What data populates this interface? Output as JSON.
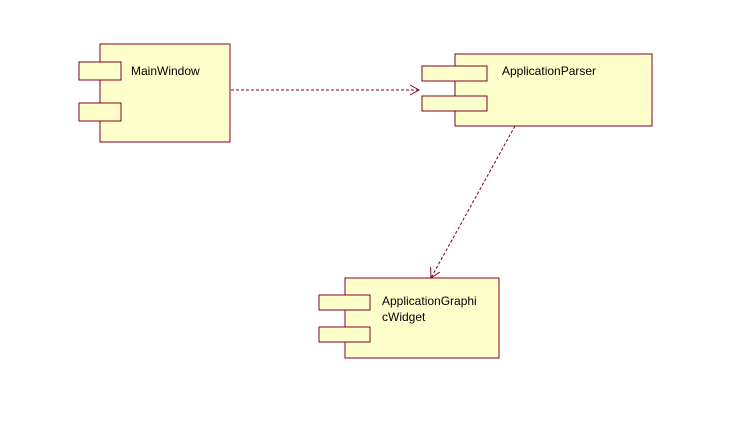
{
  "diagram": {
    "type": "uml-component",
    "colors": {
      "fill": "#ffffcc",
      "stroke": "#800020",
      "text": "#000000",
      "background": "#ffffff"
    },
    "components": [
      {
        "id": "main-window",
        "label_lines": [
          "MainWindow"
        ]
      },
      {
        "id": "application-parser",
        "label_lines": [
          "ApplicationParser"
        ]
      },
      {
        "id": "application-graphic-widget",
        "label_lines": [
          "ApplicationGraphi",
          "cWidget"
        ]
      }
    ],
    "dependencies": [
      {
        "from": "main-window",
        "to": "application-parser",
        "style": "dashed",
        "arrow": "open"
      },
      {
        "from": "application-parser",
        "to": "application-graphic-widget",
        "style": "dashed",
        "arrow": "open"
      }
    ]
  }
}
